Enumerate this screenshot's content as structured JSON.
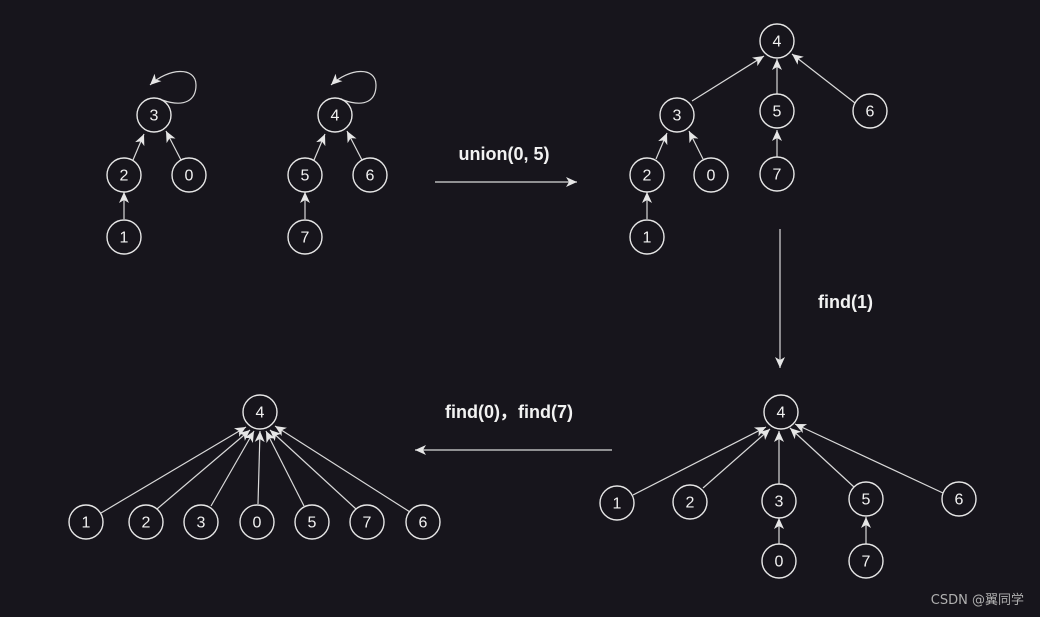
{
  "operations": {
    "union": "union(0, 5)",
    "find1": "find(1)",
    "find07": "find(0)，find(7)"
  },
  "watermark": "CSDN @翼同学",
  "colors": {
    "background": "#17151c",
    "stroke": "#e6e6e6",
    "text": "#f2f2f2"
  },
  "stage1": {
    "treeA": {
      "root": "3",
      "n2": "2",
      "n0": "0",
      "n1": "1"
    },
    "treeB": {
      "root": "4",
      "n5": "5",
      "n6": "6",
      "n7": "7"
    }
  },
  "stage2": {
    "n4": "4",
    "n3": "3",
    "n5": "5",
    "n6": "6",
    "n2": "2",
    "n0": "0",
    "n7": "7",
    "n1": "1"
  },
  "stage3": {
    "n4": "4",
    "n1": "1",
    "n2": "2",
    "n3": "3",
    "n5": "5",
    "n6": "6",
    "n0": "0",
    "n7": "7"
  },
  "stage4": {
    "n4": "4",
    "n1": "1",
    "n2": "2",
    "n3": "3",
    "n0": "0",
    "n5": "5",
    "n7": "7",
    "n6": "6"
  }
}
